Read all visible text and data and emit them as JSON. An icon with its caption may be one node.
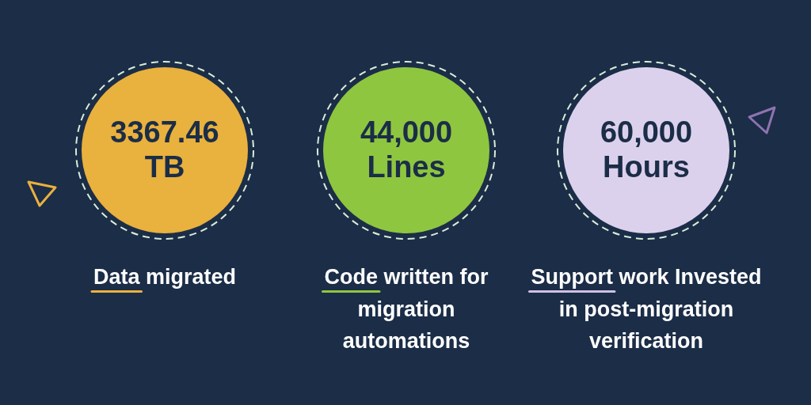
{
  "diagram": {
    "nodes": [
      {
        "text": [
          "3367.46 TB"
        ],
        "beside": [
          "Data migrated"
        ]
      },
      {
        "text": [
          "44,000 Lines"
        ],
        "beside": [
          "Code written for migration automations"
        ]
      },
      {
        "text": [
          "60,000 Hours"
        ],
        "beside": [
          "Support work Invested in post-migration verification"
        ]
      }
    ]
  }
}
